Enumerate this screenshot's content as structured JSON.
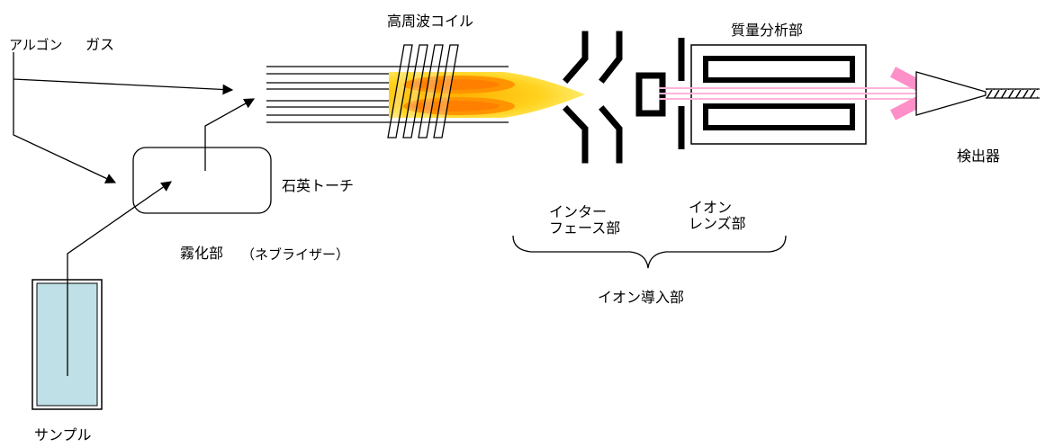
{
  "labels": {
    "argon_1": "アルゴン",
    "argon_2": "ガス",
    "rf_coil": "高周波コイル",
    "mass_analyzer": "質量分析部",
    "quartz_torch": "石英トーチ",
    "nebulizer": "霧化部",
    "nebulizer_note": "（ネブライザー）",
    "interface": "インター\nフェース部",
    "ion_lens": "イオン\nレンズ部",
    "ion_intro": "イオン導入部",
    "detector": "検出器",
    "sample": "サンプル"
  },
  "colors": {
    "flame_yellow": "#ffd21e",
    "flame_orange": "#ff8c00",
    "beam_pink": "#ff8fc8",
    "sample_liquid": "#bfe0e6",
    "line": "#000000"
  }
}
